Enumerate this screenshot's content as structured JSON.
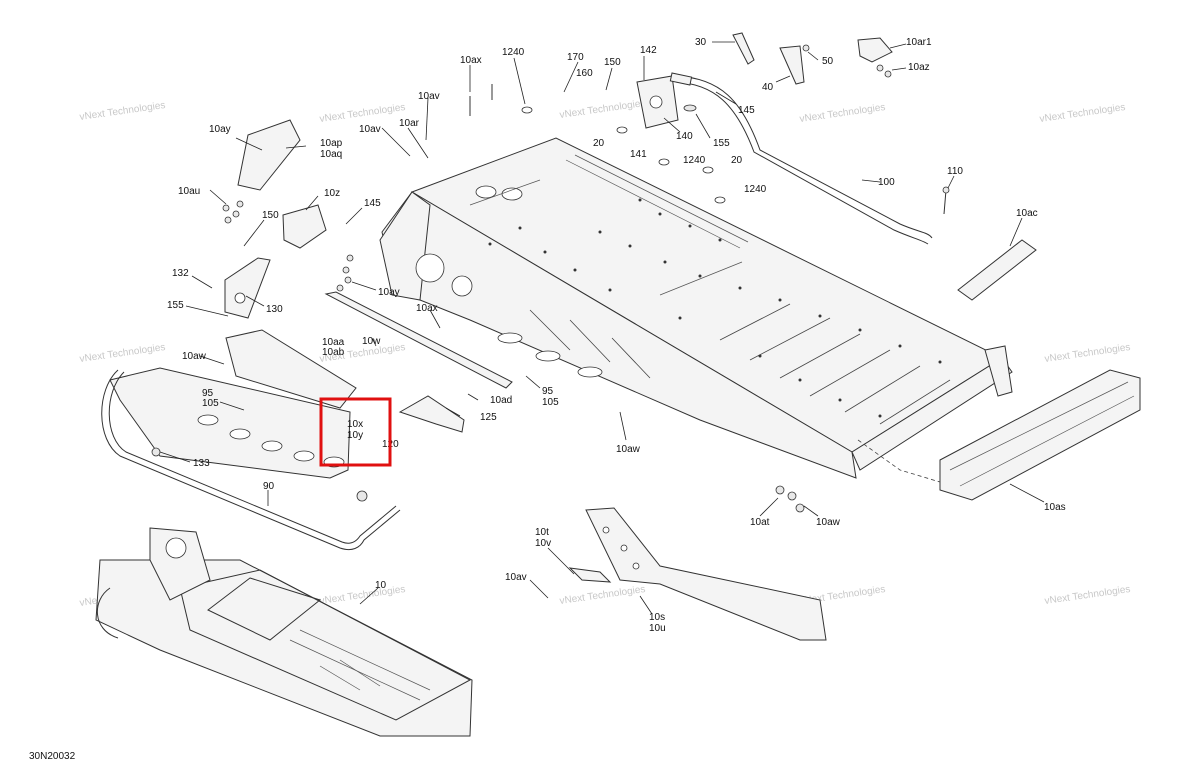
{
  "drawing_code": "30N20032",
  "watermark": "vNext Technologies",
  "highlight": {
    "callout": "10x / 10y"
  },
  "callouts": [
    {
      "id": "c-10ax-top",
      "text": "10ax"
    },
    {
      "id": "c-1240-a",
      "text": "1240"
    },
    {
      "id": "c-170",
      "text": "170"
    },
    {
      "id": "c-160",
      "text": "160"
    },
    {
      "id": "c-150-top",
      "text": "150"
    },
    {
      "id": "c-142",
      "text": "142"
    },
    {
      "id": "c-30",
      "text": "30"
    },
    {
      "id": "c-50",
      "text": "50"
    },
    {
      "id": "c-40",
      "text": "40"
    },
    {
      "id": "c-10ar1",
      "text": "10ar1"
    },
    {
      "id": "c-10az",
      "text": "10az"
    },
    {
      "id": "c-145-top",
      "text": "145"
    },
    {
      "id": "c-140",
      "text": "140"
    },
    {
      "id": "c-155-top",
      "text": "155"
    },
    {
      "id": "c-20-a",
      "text": "20"
    },
    {
      "id": "c-141",
      "text": "141"
    },
    {
      "id": "c-1240-b",
      "text": "1240"
    },
    {
      "id": "c-20-b",
      "text": "20"
    },
    {
      "id": "c-1240-c",
      "text": "1240"
    },
    {
      "id": "c-100",
      "text": "100"
    },
    {
      "id": "c-110",
      "text": "110"
    },
    {
      "id": "c-10ac",
      "text": "10ac"
    },
    {
      "id": "c-10av-a",
      "text": "10av"
    },
    {
      "id": "c-10av-b",
      "text": "10av"
    },
    {
      "id": "c-10ar",
      "text": "10ar"
    },
    {
      "id": "c-10ay-a",
      "text": "10ay"
    },
    {
      "id": "c-10ap",
      "text": "10ap"
    },
    {
      "id": "c-10aq",
      "text": "10aq"
    },
    {
      "id": "c-10au",
      "text": "10au"
    },
    {
      "id": "c-10z",
      "text": "10z"
    },
    {
      "id": "c-145-mid",
      "text": "145"
    },
    {
      "id": "c-150-mid",
      "text": "150"
    },
    {
      "id": "c-132",
      "text": "132"
    },
    {
      "id": "c-155-mid",
      "text": "155"
    },
    {
      "id": "c-130",
      "text": "130"
    },
    {
      "id": "c-10ay-b",
      "text": "10ay"
    },
    {
      "id": "c-10ax-mid",
      "text": "10ax"
    },
    {
      "id": "c-10aa",
      "text": "10aa"
    },
    {
      "id": "c-10ab",
      "text": "10ab"
    },
    {
      "id": "c-10w",
      "text": "10w"
    },
    {
      "id": "c-10aw-a",
      "text": "10aw"
    },
    {
      "id": "c-95-a",
      "text": "95"
    },
    {
      "id": "c-105-a",
      "text": "105"
    },
    {
      "id": "c-10x",
      "text": "10x"
    },
    {
      "id": "c-10y",
      "text": "10y"
    },
    {
      "id": "c-120",
      "text": "120"
    },
    {
      "id": "c-125",
      "text": "125"
    },
    {
      "id": "c-10ad",
      "text": "10ad"
    },
    {
      "id": "c-95-b",
      "text": "95"
    },
    {
      "id": "c-105-b",
      "text": "105"
    },
    {
      "id": "c-10aw-b",
      "text": "10aw"
    },
    {
      "id": "c-133",
      "text": "133"
    },
    {
      "id": "c-90",
      "text": "90"
    },
    {
      "id": "c-10at",
      "text": "10at"
    },
    {
      "id": "c-10aw-c",
      "text": "10aw"
    },
    {
      "id": "c-10as",
      "text": "10as"
    },
    {
      "id": "c-10t",
      "text": "10t"
    },
    {
      "id": "c-10v",
      "text": "10v"
    },
    {
      "id": "c-10av-c",
      "text": "10av"
    },
    {
      "id": "c-10s",
      "text": "10s"
    },
    {
      "id": "c-10u",
      "text": "10u"
    },
    {
      "id": "c-10",
      "text": "10"
    }
  ]
}
